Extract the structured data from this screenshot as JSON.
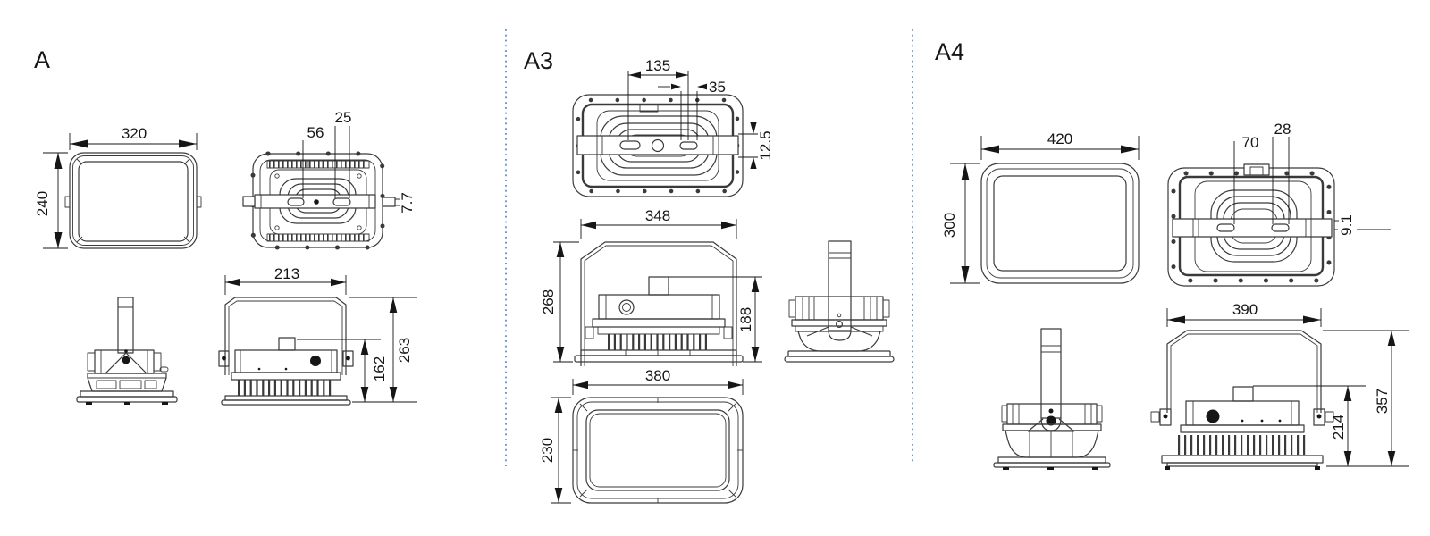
{
  "colors": {
    "line": "#3a3a3a",
    "ink": "#161616",
    "sep": "#4a7dc9",
    "bg": "#ffffff"
  },
  "panels": [
    {
      "label": "A",
      "dims": {
        "front_width": "320",
        "front_height": "240",
        "slot_spacing": "56",
        "slot_width": "25",
        "pin_thickness": "7.7",
        "bracket_width": "213",
        "body_height": "162",
        "overall_height": "263"
      }
    },
    {
      "label": "A3",
      "dims": {
        "hole_spacing": "135",
        "slot_width": "35",
        "plate_thickness": "12.5",
        "bracket_width": "348",
        "overall_height": "268",
        "body_height": "188",
        "front_width": "380",
        "front_height": "230"
      }
    },
    {
      "label": "A4",
      "dims": {
        "front_width": "420",
        "front_height": "300",
        "slot_spacing": "70",
        "slot_width": "28",
        "pin_thickness": "9.1",
        "bracket_width": "390",
        "body_height": "214",
        "overall_height": "357"
      }
    }
  ]
}
